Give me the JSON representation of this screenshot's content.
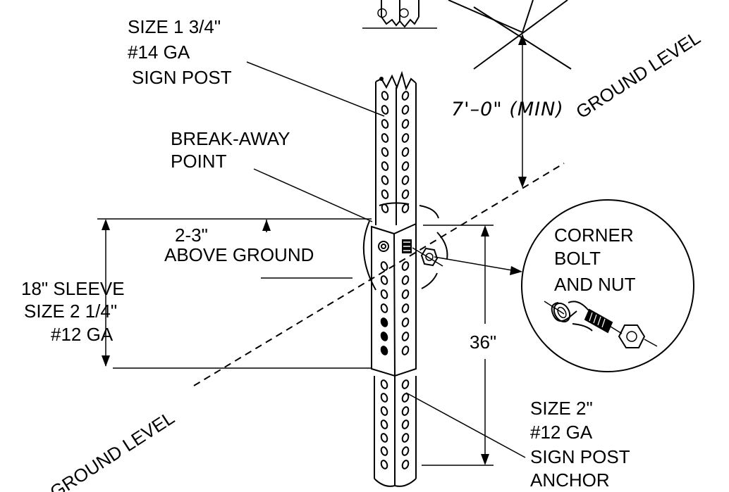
{
  "labels": {
    "sign_post_size": "SIZE 1 3/4\"",
    "sign_post_gauge": "#14 GA",
    "sign_post_name": "SIGN POST",
    "min_height": "7'–0\" (MIN)",
    "ground_level_right": "GROUND LEVEL",
    "breakaway_1": "BREAK-AWAY",
    "breakaway_2": "POINT",
    "above_1": "2-3\"",
    "above_2": "ABOVE GROUND",
    "sleeve_1": "18\" SLEEVE",
    "sleeve_2": "SIZE 2 1/4\"",
    "sleeve_3": "#12 GA",
    "depth": "36\"",
    "corner_1": "CORNER",
    "corner_2": "BOLT",
    "corner_3": "AND NUT",
    "anchor_1": "SIZE 2\"",
    "anchor_2": "#12 GA",
    "anchor_3": "SIGN POST",
    "anchor_4": "ANCHOR",
    "ground_level_left": "GROUND LEVEL"
  }
}
